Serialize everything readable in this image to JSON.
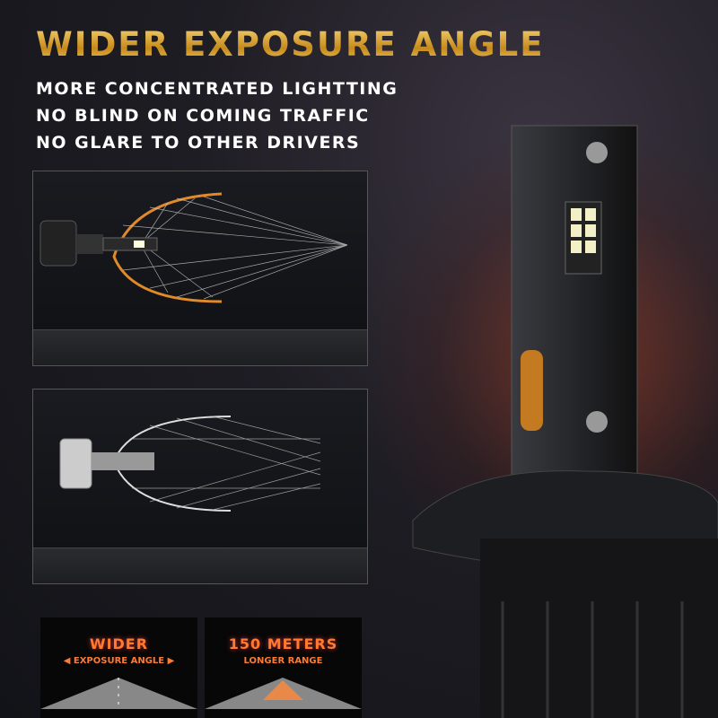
{
  "headline": "WIDER EXPOSURE ANGLE",
  "features": [
    "MORE CONCENTRATED LIGHTTING",
    "NO BLIND ON COMING TRAFFIC",
    "NO GLARE TO OTHER DRIVERS"
  ],
  "promos": [
    {
      "title": "WIDER",
      "subtitle": "EXPOSURE ANGLE",
      "arrows": "both"
    },
    {
      "title": "150 METERS",
      "subtitle": "LONGER RANGE"
    }
  ],
  "colors": {
    "gold": "#e0aa3a",
    "orange": "#ff7a30",
    "reflector": "#e08a2a"
  }
}
